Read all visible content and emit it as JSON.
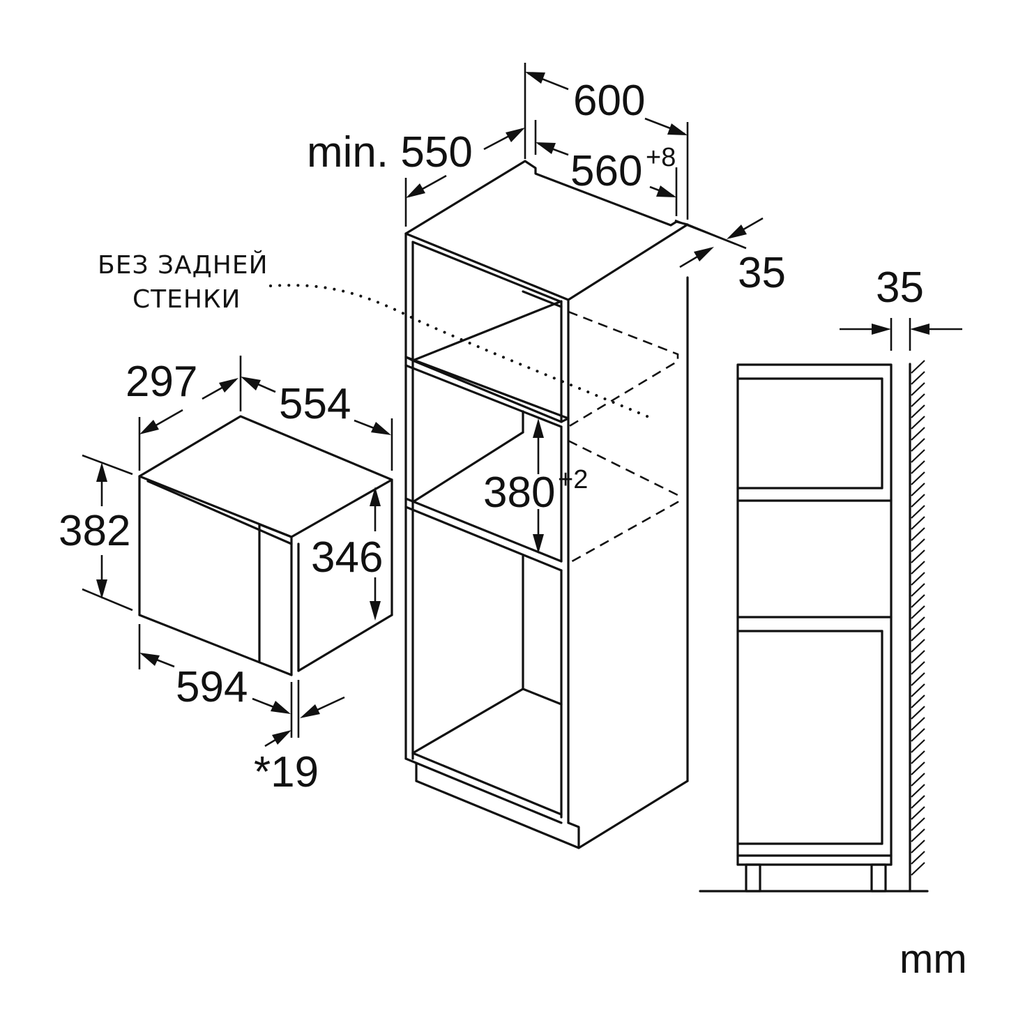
{
  "labels": {
    "depth_min": "min. 550",
    "width_outer": "600",
    "width_inner": "560",
    "width_inner_tol": "+8",
    "side_35": "35",
    "top_35": "35",
    "note_line1": "БЕЗ ЗАДНЕЙ",
    "note_line2": "СТЕНКИ",
    "opening_height": "380",
    "opening_height_tol": "+2",
    "appliance_depth": "297",
    "appliance_body_width": "554",
    "appliance_height": "382",
    "appliance_body_height": "346",
    "appliance_width": "594",
    "front_thickness": "*19",
    "unit": "mm"
  }
}
